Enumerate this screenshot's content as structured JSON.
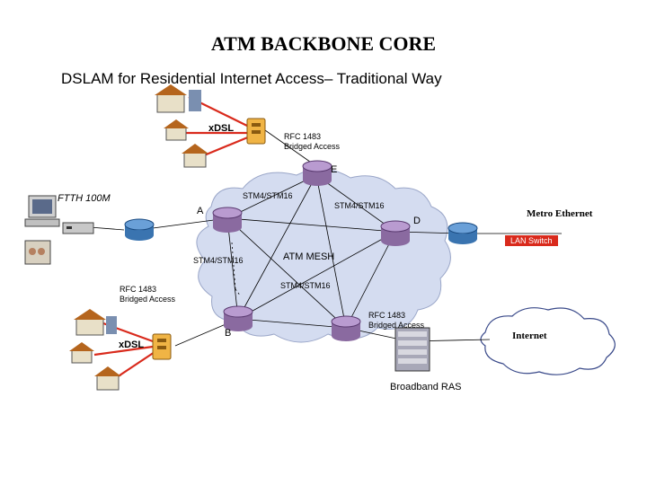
{
  "title": "ATM BACKBONE CORE",
  "subtitle": "DSLAM for Residential Internet Access– Traditional Way",
  "labels": {
    "xdsl_top": "xDSL",
    "xdsl_bottom": "xDSL",
    "rfc_top_line1": "RFC 1483",
    "rfc_top_line2": "Bridged Access",
    "rfc_left_line1": "RFC 1483",
    "rfc_left_line2": "Bridged Access",
    "rfc_right_line1": "RFC 1483",
    "rfc_right_line2": "Bridged Access",
    "node_e": "E",
    "node_a": "A",
    "node_d": "D",
    "node_b": "B",
    "ftth": "FTTH 100M",
    "stm_top": "STM4/STM16",
    "stm_right": "STM4/STM16",
    "stm_left": "STM4/STM16",
    "stm_bottom": "STM4/STM16",
    "atm_mesh": "ATM MESH",
    "metro_ethernet": "Metro Ethernet",
    "lan_switch": "LAN Switch",
    "internet": "Internet",
    "broadband_ras": "Broadband RAS"
  },
  "colors": {
    "cloud_fill": "#d4dcf0",
    "router_body": "#8a6aa0",
    "router_top": "#b99bd0",
    "dslam_fill": "#f0b445",
    "link_red": "#d92a1c",
    "house_roof": "#b5651d",
    "lan_switch_bg": "#d92a1c"
  },
  "icons": [
    "house-icon",
    "dslam-icon",
    "router-icon",
    "computer-icon",
    "modem-icon",
    "videophone-icon",
    "ras-server-icon",
    "cloud-icon"
  ]
}
